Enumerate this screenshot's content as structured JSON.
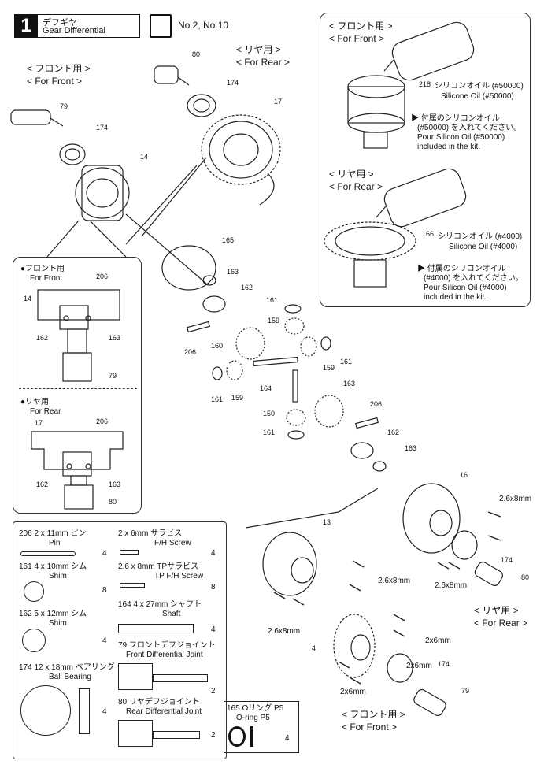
{
  "header": {
    "step": "1",
    "title_jp": "デフギヤ",
    "title_en": "Gear Differential",
    "bag": "No.2, No.10"
  },
  "labels": {
    "front_jp": "< フロント用 >",
    "front_en": "< For Front >",
    "rear_jp": "< リヤ用 >",
    "rear_en": "< For Rear >"
  },
  "oil_front": {
    "title_jp": "< フロント用 >",
    "title_en": "< For Front >",
    "part": "218",
    "name_jp": "シリコンオイル (#50000)",
    "name_en": "Silicone Oil (#50000)",
    "note1": "▶ 付属のシリコンオイル",
    "note2": "(#50000) を入れてください。",
    "note3": "Pour Silicon Oil (#50000)",
    "note4": "included in the kit."
  },
  "oil_rear": {
    "title_jp": "< リヤ用 >",
    "title_en": "< For Rear >",
    "part": "166",
    "name_jp": "シリコンオイル (#4000)",
    "name_en": "Silicone Oil (#4000)",
    "note1": "▶ 付属のシリコンオイル",
    "note2": "(#4000) を入れてください。",
    "note3": "Pour Silicon Oil (#4000)",
    "note4": "included in the kit."
  },
  "detail": {
    "front_jp": "●フロント用",
    "front_en": "For Front",
    "rear_jp": "●リヤ用",
    "rear_en": "For Rear"
  },
  "screws": {
    "s1": "2.6x8mm",
    "s2": "2.6x8mm",
    "s3": "2.6x8mm",
    "s4": "2.6x8mm",
    "s5": "2x6mm",
    "s6": "2x6mm",
    "s7": "2x6mm"
  },
  "parts_list": [
    {
      "no": "206",
      "size": "2 x 11mm",
      "jp": "ピン",
      "en": "Pin",
      "qty": "4"
    },
    {
      "no": "161",
      "size": "4 x 10mm",
      "jp": "シム",
      "en": "Shim",
      "qty": "8"
    },
    {
      "no": "162",
      "size": "5 x 12mm",
      "jp": "シム",
      "en": "Shim",
      "qty": "4"
    },
    {
      "no": "174",
      "size": "12 x 18mm",
      "jp": "ベアリング",
      "en": "Ball Bearing",
      "qty": "4"
    },
    {
      "no": "",
      "size": "2 x 6mm",
      "jp": "サラビス",
      "en": "F/H Screw",
      "qty": "4"
    },
    {
      "no": "",
      "size": "2.6 x 8mm",
      "jp": "TPサラビス",
      "en": "TP F/H Screw",
      "qty": "8"
    },
    {
      "no": "164",
      "size": "4 x 27mm",
      "jp": "シャフト",
      "en": "Shaft",
      "qty": "4"
    },
    {
      "no": "79",
      "size": "",
      "jp": "フロントデフジョイント",
      "en": "Front Differential Joint",
      "qty": "2"
    },
    {
      "no": "80",
      "size": "",
      "jp": "リヤデフジョイント",
      "en": "Rear Differential Joint",
      "qty": "2"
    },
    {
      "no": "165",
      "size": "",
      "jp": "Oリング P5",
      "en": "O-ring P5",
      "qty": "4"
    }
  ],
  "part_numbers": {
    "p80": "80",
    "p174a": "174",
    "p17": "17",
    "p79": "79",
    "p174b": "174",
    "p14": "14",
    "p165": "165",
    "p163": "163",
    "p162": "162",
    "p161a": "161",
    "p159a": "159",
    "p206a": "206",
    "p160": "160",
    "p159b": "159",
    "p161b": "161",
    "p161c": "161",
    "p159c": "159",
    "p164": "164",
    "p163b": "163",
    "p150": "150",
    "p161d": "161",
    "p206b": "206",
    "p162b": "162",
    "p163c": "163",
    "p16": "16",
    "p13": "13",
    "p4": "4",
    "p174c": "174",
    "p80b": "80",
    "p174d": "174",
    "p79b": "79",
    "d14": "14",
    "d206": "206",
    "d162": "162",
    "d163": "163",
    "d79": "79",
    "d17": "17",
    "d206b": "206",
    "d162b": "162",
    "d163b": "163",
    "d80": "80"
  }
}
